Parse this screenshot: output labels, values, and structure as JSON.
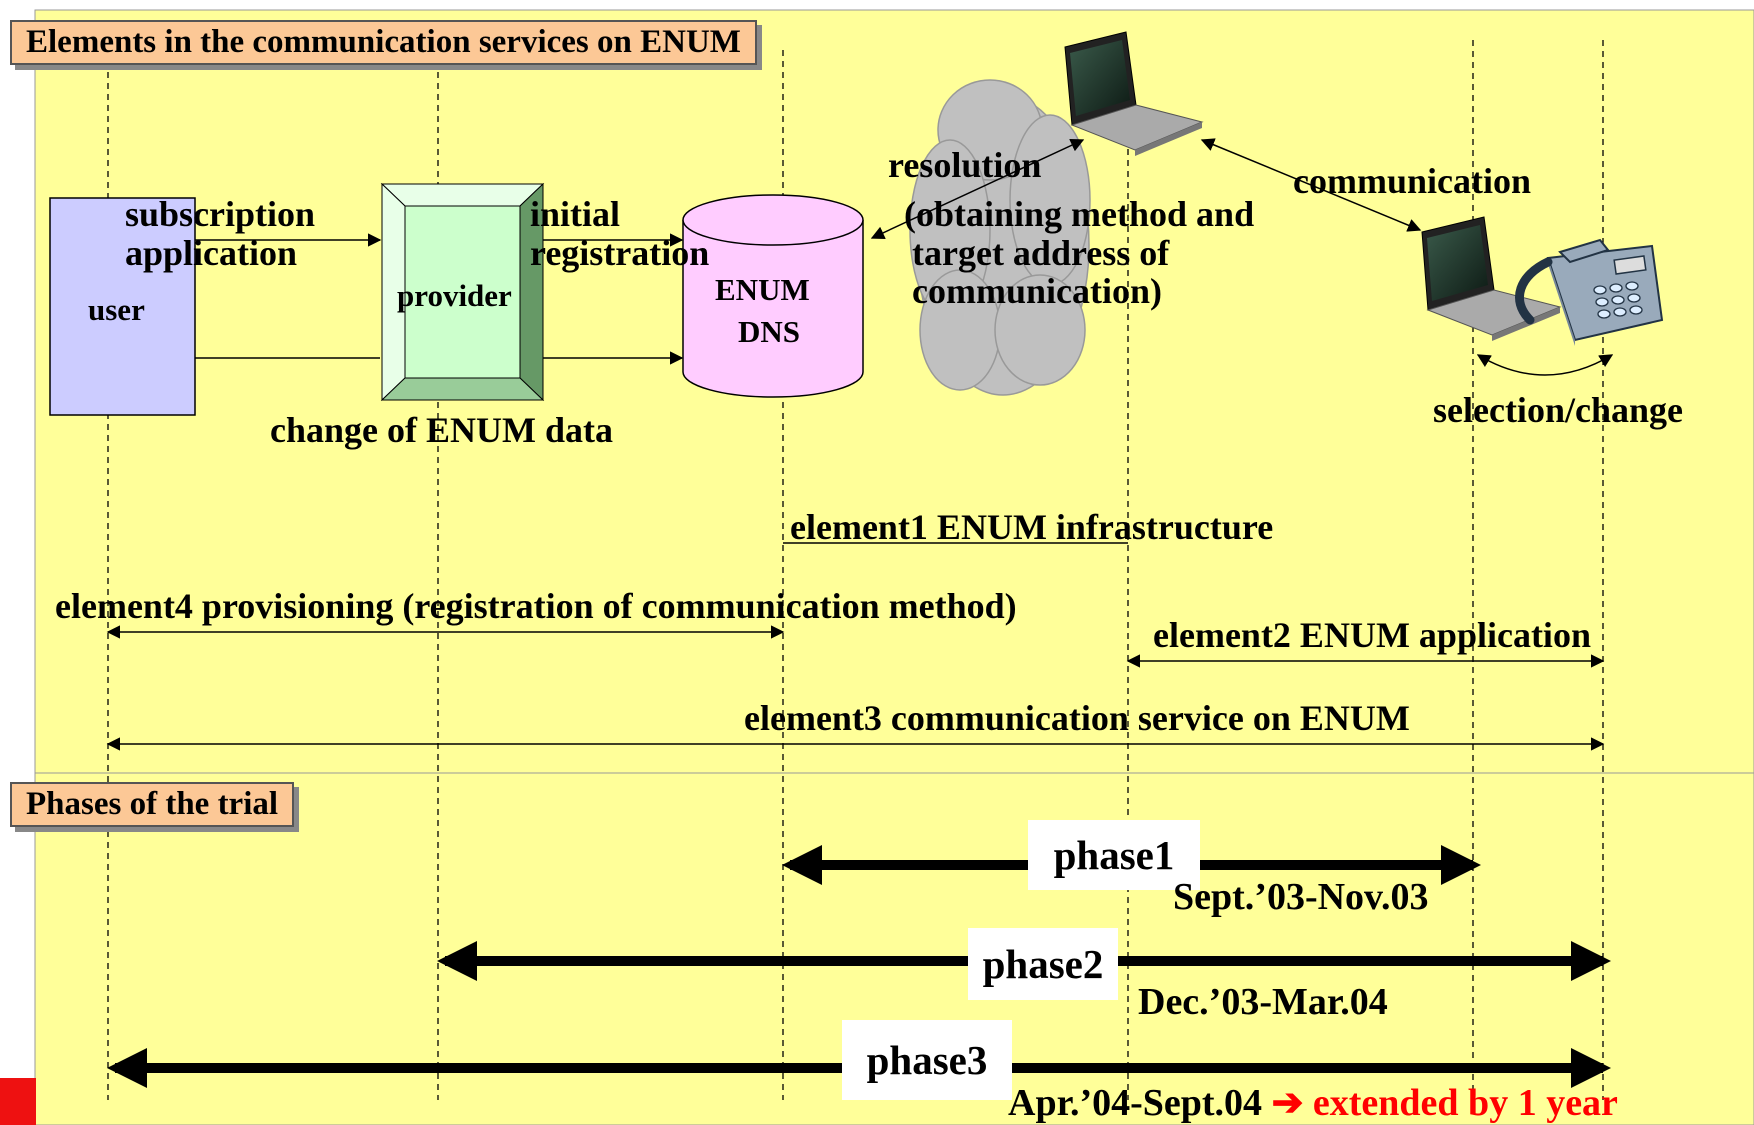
{
  "section1_title": "Elements in the communication services on ENUM",
  "section2_title": "Phases of the trial",
  "boxes": {
    "user": "user",
    "provider": "provider",
    "dns_line1": "ENUM",
    "dns_line2": "DNS"
  },
  "flow_labels": {
    "subscription_line1": "subscription",
    "subscription_line2": "application",
    "initial_line1": "initial",
    "initial_line2": "registration",
    "change": "change of ENUM data",
    "resolution": "resolution",
    "resolution_detail_line1": "(obtaining method and",
    "resolution_detail_line2": "target address of",
    "resolution_detail_line3": "communication)",
    "communication": "communication",
    "selection": "selection/change"
  },
  "elements": {
    "element1": "element1 ENUM infrastructure",
    "element2": "element2 ENUM application",
    "element3": "element3 communication service on ENUM",
    "element4": "element4 provisioning (registration of communication method)"
  },
  "phases": [
    {
      "label": "phase1",
      "period": "Sept.’03-Nov.03"
    },
    {
      "label": "phase2",
      "period": "Dec.’03-Mar.04"
    },
    {
      "label": "phase3",
      "period": "Apr.’04-Sept.04",
      "extension": "extended by 1 year"
    }
  ],
  "extension_arrow": "➔",
  "icons": [
    "laptop-icon",
    "cloud-icon",
    "telephone-icon"
  ],
  "colors": {
    "background_panel": "#ffff99",
    "header_box": "#fcc896",
    "user_box": "#ccccff",
    "provider_box": "#ccffcc",
    "dns_cylinder": "#ffccff",
    "cloud": "#c0c0c0",
    "extension_text": "#ff0000"
  }
}
